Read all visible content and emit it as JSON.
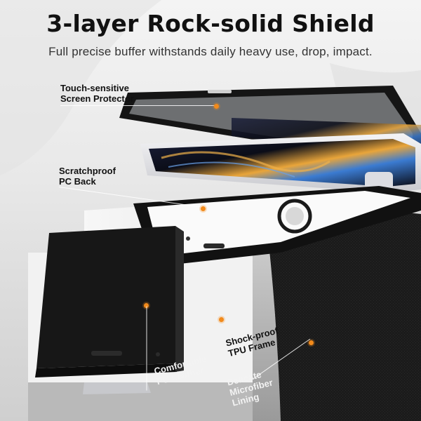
{
  "headline": {
    "title": "3-layer Rock-solid Shield",
    "subtitle": "Full precise buffer withstands daily heavy use, drop, impact."
  },
  "callouts": {
    "screen_protector": "Touch-sensitive\nScreen Protector",
    "pc_back": "Scratchproof\nPC Back",
    "tpu_frame": "Shock-proof\nTPU Frame",
    "pu_leather": "Comfortable\nPU Leather",
    "microfiber": "Delicate\nMicrofiber\nLining"
  },
  "colors": {
    "accent_dot": "#f28a1b",
    "frame": "#121212",
    "case_cover": "#1c1c1c"
  }
}
